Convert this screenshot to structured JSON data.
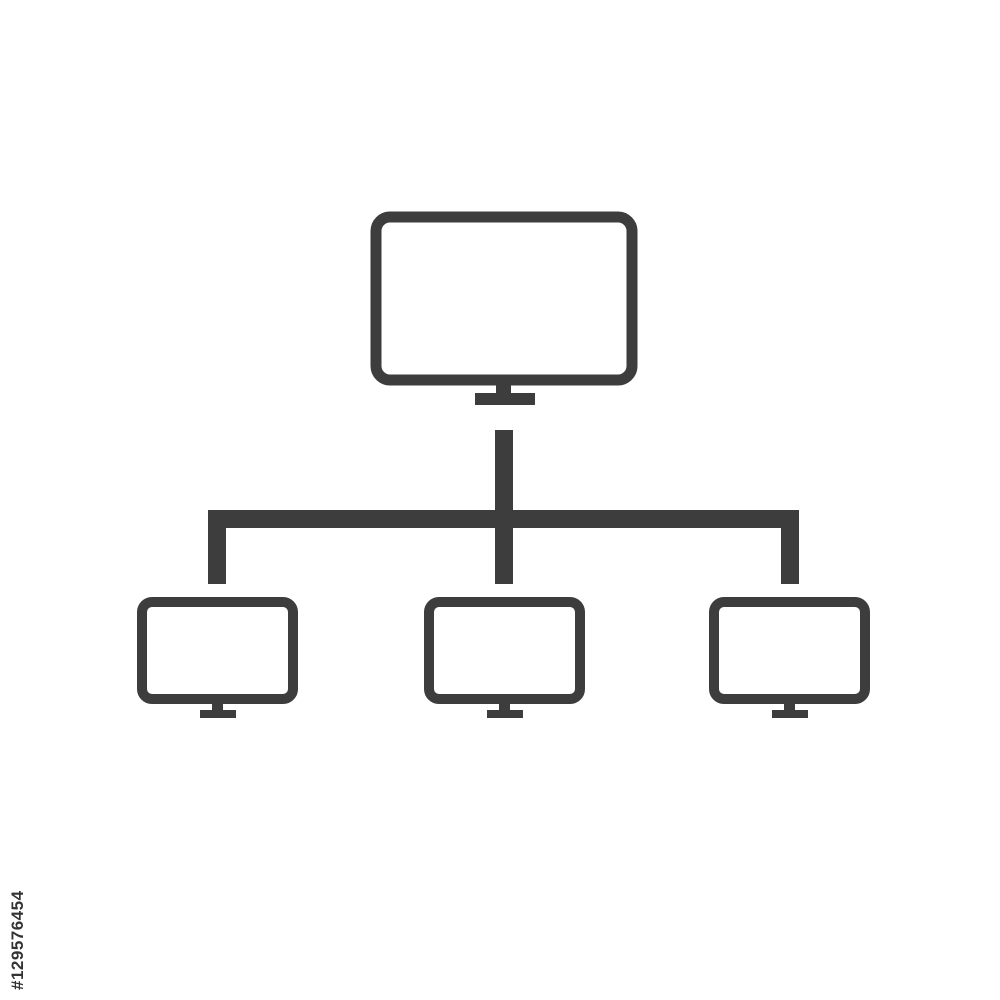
{
  "icon": {
    "name": "network-hierarchy-icon",
    "stroke_color": "#3d3d3d",
    "background_color": "#ffffff"
  },
  "diagram": {
    "nodes": [
      {
        "id": "server-monitor",
        "role": "parent"
      },
      {
        "id": "client-monitor-left",
        "role": "child"
      },
      {
        "id": "client-monitor-center",
        "role": "child"
      },
      {
        "id": "client-monitor-right",
        "role": "child"
      }
    ]
  },
  "watermark": {
    "stock_id": "#129576454"
  }
}
